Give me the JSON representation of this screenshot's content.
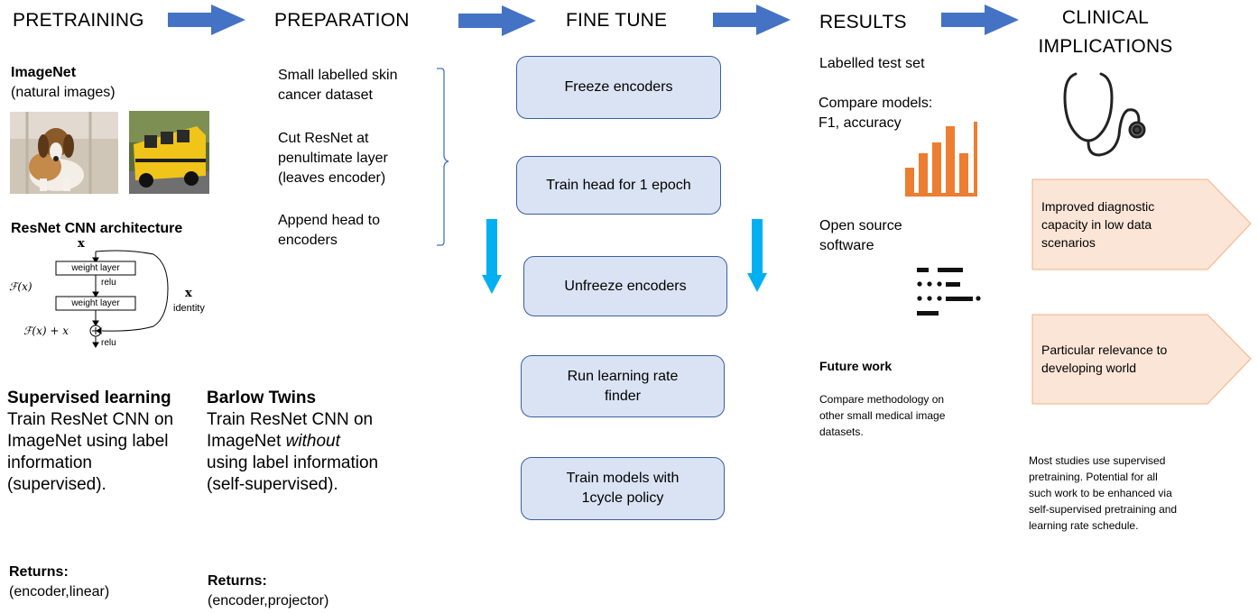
{
  "colors": {
    "arrow_blue": "#4472c4",
    "arrow_cyan": "#00b0f0",
    "box_fill": "#dae3f3",
    "box_border": "#3b5e9e",
    "chart_orange": "#ed7d31",
    "pentagon_fill": "#fbe5d6"
  },
  "headers": {
    "pretraining": "PRETRAINING",
    "preparation": "PREPARATION",
    "fine_tune": "FINE TUNE",
    "results": "RESULTS",
    "clinical_1": "CLINICAL",
    "clinical_2": "IMPLICATIONS"
  },
  "pretraining": {
    "imagenet_title": "ImageNet",
    "imagenet_sub": "(natural images)",
    "resnet_title": "ResNet CNN architecture",
    "resnet": {
      "x_top": "x",
      "layer1": "weight layer",
      "relu1": "relu",
      "fx": "ℱ(x)",
      "layer2": "weight layer",
      "x_right": "x",
      "identity": "identity",
      "fx_plus_x": "ℱ(x) + x",
      "relu2": "relu"
    },
    "supervised_title": "Supervised learning",
    "supervised_lines": [
      "Train ResNet CNN on",
      "ImageNet using label",
      "information",
      "(supervised)."
    ],
    "barlow_title": "Barlow Twins",
    "barlow_line1": "Train ResNet CNN on",
    "barlow_line2_a": "ImageNet ",
    "barlow_line2_b": "without",
    "barlow_line3": "using label information",
    "barlow_line4": "(self-supervised).",
    "returns_label": "Returns:",
    "returns_supervised": "(encoder,linear)",
    "returns_barlow": "(encoder,projector)"
  },
  "preparation": {
    "step1": [
      "Small labelled skin",
      "cancer dataset"
    ],
    "step2": [
      "Cut ResNet at",
      "penultimate layer",
      "(leaves encoder)"
    ],
    "step3": [
      "Append head to",
      "encoders"
    ]
  },
  "fine_tune": {
    "box1": "Freeze encoders",
    "box2": "Train head for 1 epoch",
    "box3": "Unfreeze encoders",
    "box4": "Run learning rate finder",
    "box5": "Train models with 1cycle policy"
  },
  "results": {
    "test_set": "Labelled test set",
    "compare": [
      "Compare models:",
      "F1, accuracy"
    ],
    "open_source": [
      "Open source",
      "software"
    ],
    "future_title": "Future work",
    "future_lines": [
      "Compare methodology on",
      "other small medical image",
      "datasets."
    ]
  },
  "clinical": {
    "impl1": [
      "Improved diagnostic",
      "capacity in low data",
      "scenarios"
    ],
    "impl2": [
      "Particular relevance to",
      "developing world"
    ],
    "note_lines": [
      "Most studies use supervised",
      "pretraining. Potential for all",
      "such work to be enhanced via",
      "self-supervised pretraining and",
      "learning rate schedule."
    ]
  },
  "icons": [
    "dog-photo",
    "school-bus-photo",
    "bar-chart-icon",
    "code-icon",
    "stethoscope-icon"
  ]
}
